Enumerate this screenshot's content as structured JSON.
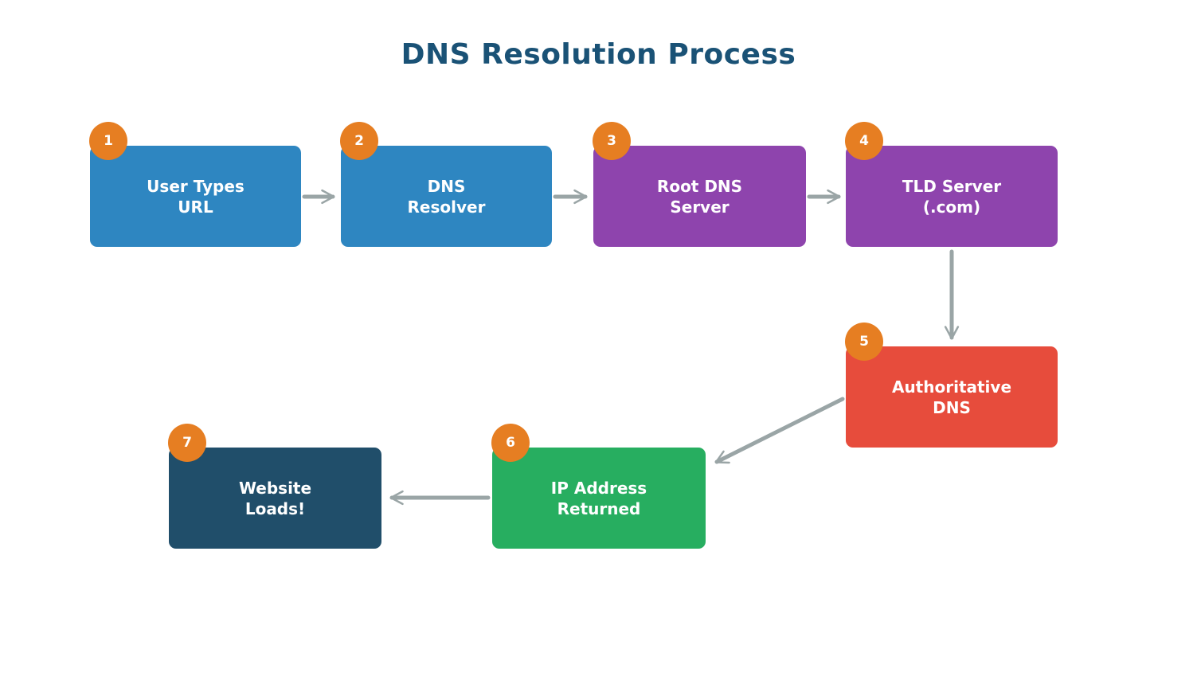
{
  "title": {
    "text": "DNS Resolution Process",
    "color": "#1A5276"
  },
  "nodes": [
    {
      "badge": "1",
      "label": "User Types\nURL",
      "color": "#2E86C1"
    },
    {
      "badge": "2",
      "label": "DNS\nResolver",
      "color": "#2E86C1"
    },
    {
      "badge": "3",
      "label": "Root DNS\nServer",
      "color": "#8E44AD"
    },
    {
      "badge": "4",
      "label": "TLD Server\n(.com)",
      "color": "#8E44AD"
    },
    {
      "badge": "5",
      "label": "Authoritative\nDNS",
      "color": "#E74C3C"
    },
    {
      "badge": "6",
      "label": "IP Address\nReturned",
      "color": "#27AE60"
    },
    {
      "badge": "7",
      "label": "Website\nLoads!",
      "color": "#204E6A"
    }
  ],
  "badge_color": "#E67E22",
  "arrow_color": "#9AA5A6",
  "node_text_color": "#FFFFFF",
  "arrows": [
    {
      "from": "User Types URL",
      "to": "DNS Resolver"
    },
    {
      "from": "DNS Resolver",
      "to": "Root DNS Server"
    },
    {
      "from": "Root DNS Server",
      "to": "TLD Server (.com)"
    },
    {
      "from": "TLD Server (.com)",
      "to": "Authoritative DNS"
    },
    {
      "from": "Authoritative DNS",
      "to": "IP Address Returned"
    },
    {
      "from": "IP Address Returned",
      "to": "Website Loads!"
    }
  ]
}
